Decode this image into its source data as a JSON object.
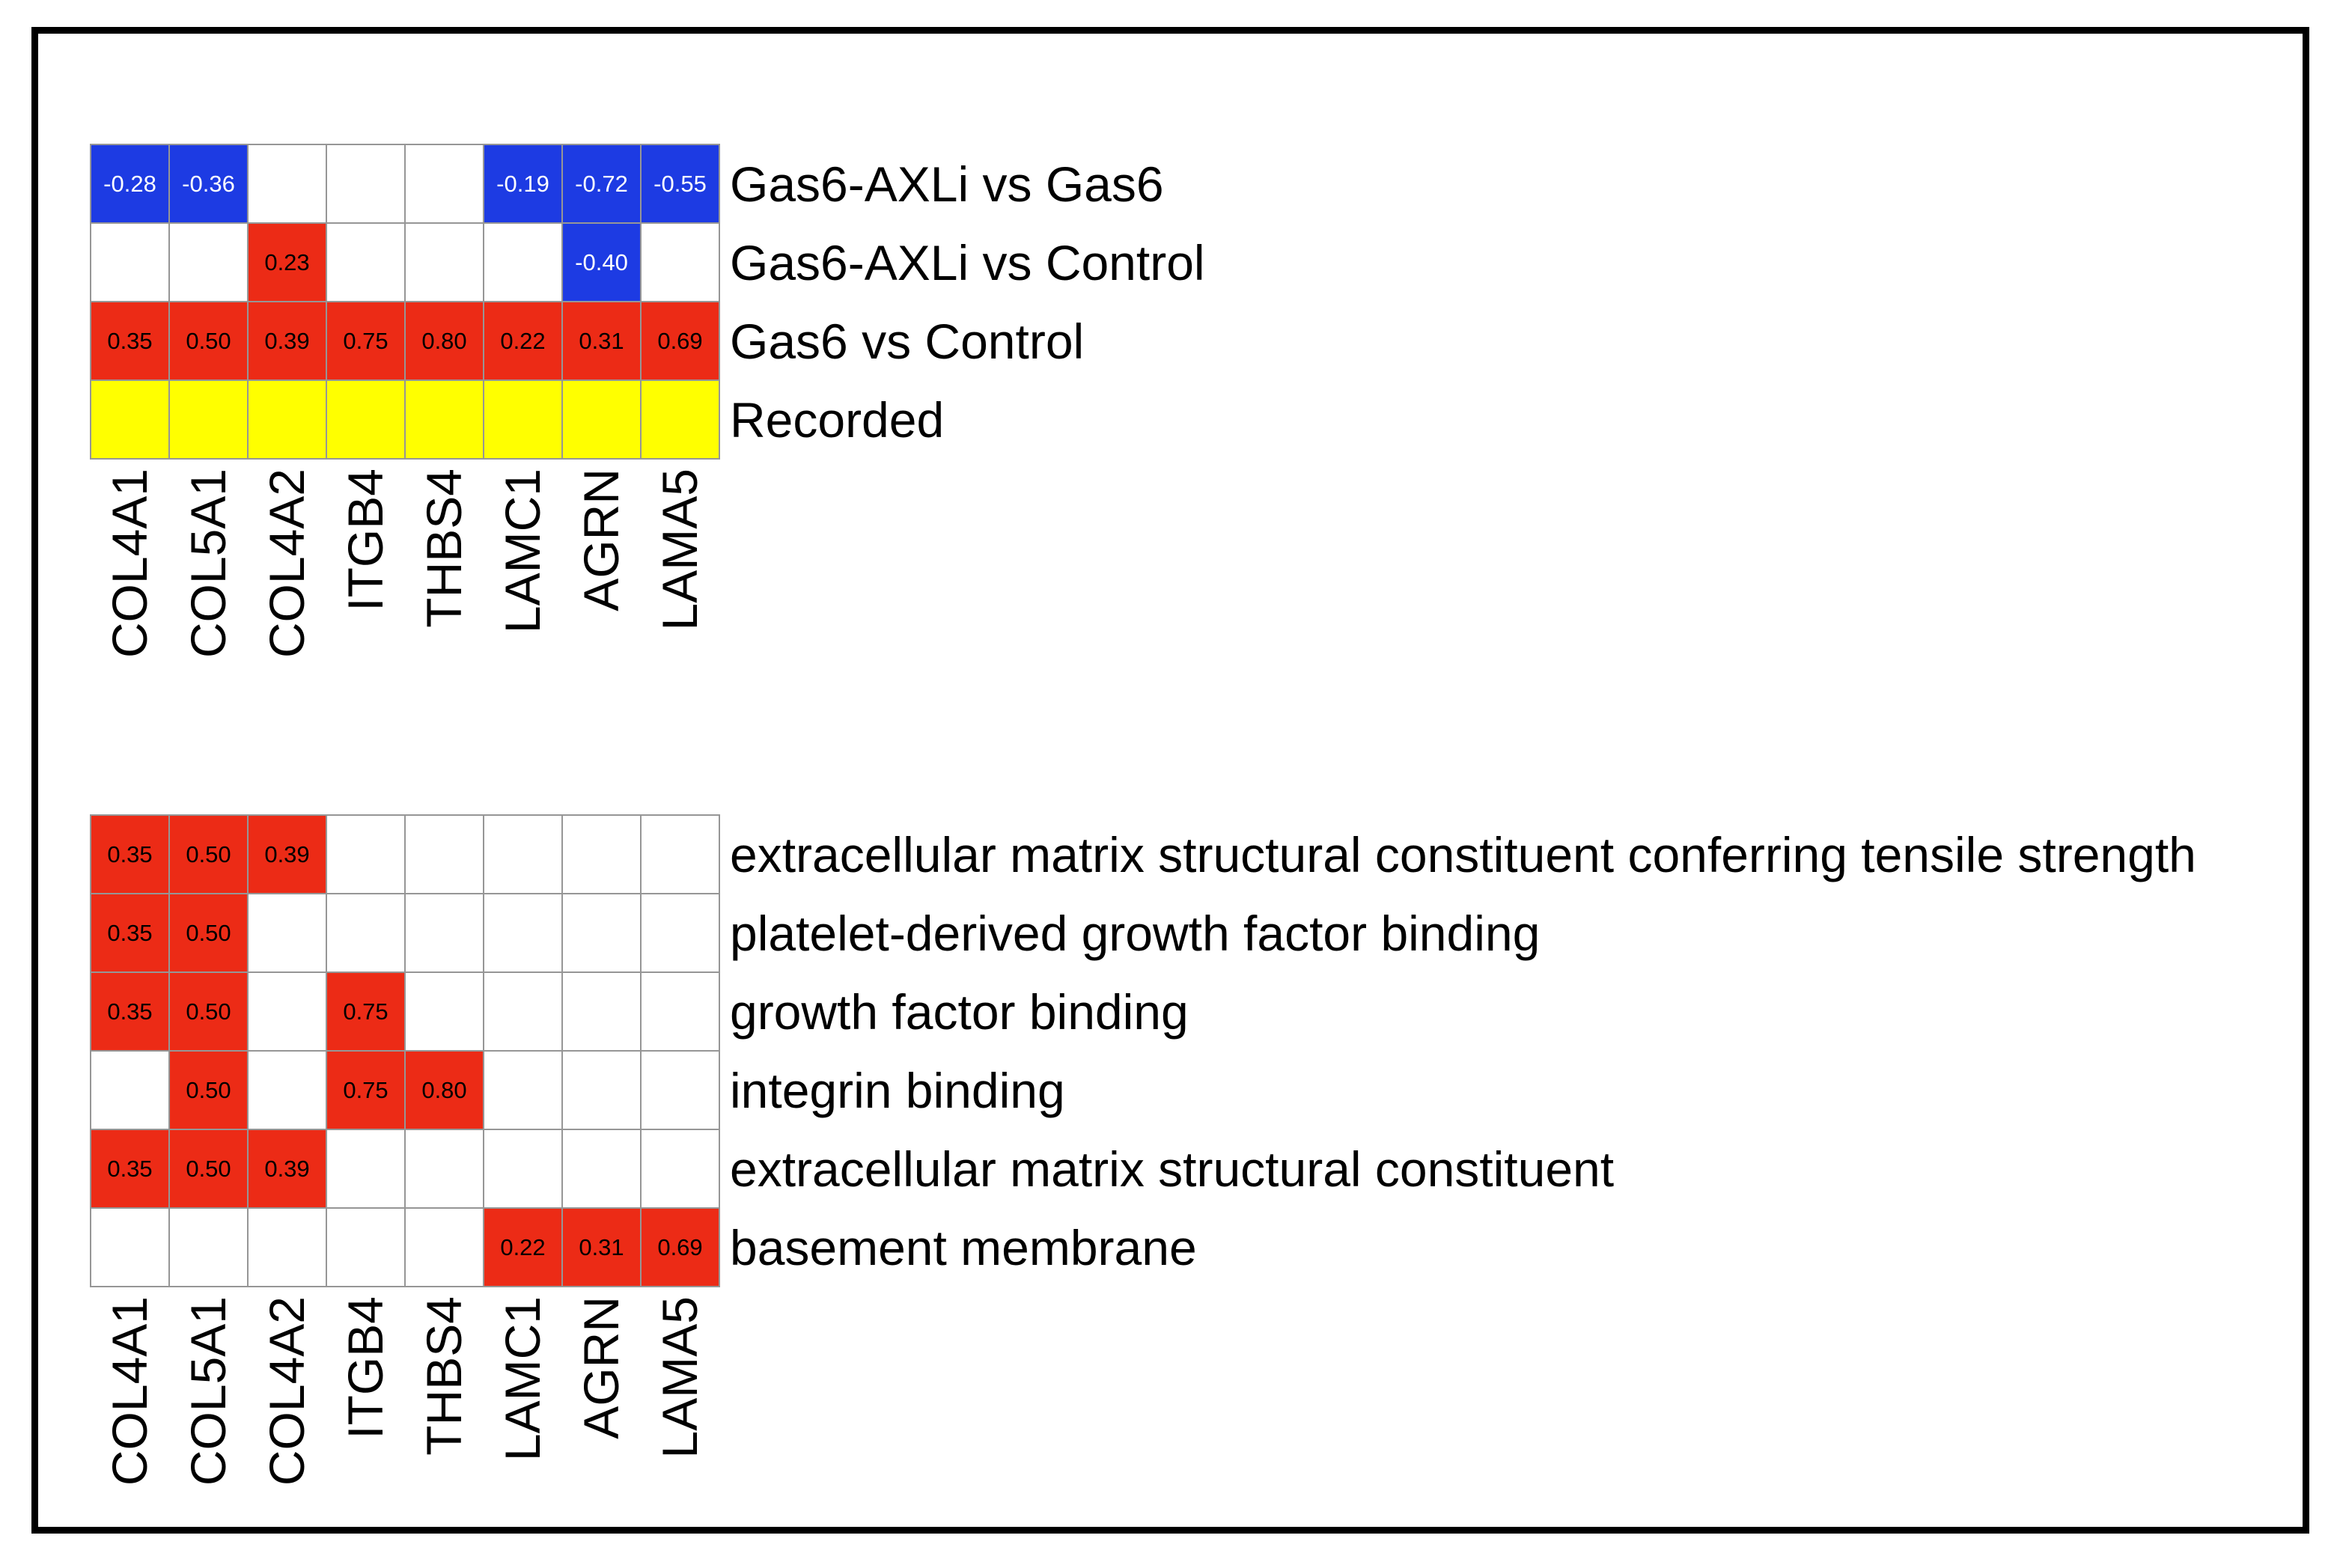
{
  "figure": {
    "background": "#FFFFFF",
    "frame_color": "#000000"
  },
  "palette": {
    "pos": "#EC2B16",
    "neg": "#1D3BE3",
    "rec": "#FFFF00",
    "none": "#FFFFFF",
    "grid_line": "#969696",
    "text_on_neg": "#FFFFFF",
    "text_on_pos": "#000000",
    "label_text": "#000000"
  },
  "chart_data": [
    {
      "type": "heatmap",
      "name": "comparison-heatmap",
      "title": "",
      "columns": [
        "COL4A1",
        "COL5A1",
        "COL4A2",
        "ITGB4",
        "THBS4",
        "LAMC1",
        "AGRN",
        "LAMA5"
      ],
      "rows": [
        "Gas6-AXLi vs Gas6",
        "Gas6-AXLi vs Control",
        "Gas6 vs Control",
        "Recorded"
      ],
      "values": [
        [
          -0.28,
          -0.36,
          null,
          null,
          null,
          -0.19,
          -0.72,
          -0.55
        ],
        [
          null,
          null,
          0.23,
          null,
          null,
          null,
          -0.4,
          null
        ],
        [
          0.35,
          0.5,
          0.39,
          0.75,
          0.8,
          0.22,
          0.31,
          0.69
        ],
        [
          null,
          null,
          null,
          null,
          null,
          null,
          null,
          null
        ]
      ],
      "cell_colors": [
        [
          "neg",
          "neg",
          "none",
          "none",
          "none",
          "neg",
          "neg",
          "neg"
        ],
        [
          "none",
          "none",
          "pos",
          "none",
          "none",
          "none",
          "neg",
          "none"
        ],
        [
          "pos",
          "pos",
          "pos",
          "pos",
          "pos",
          "pos",
          "pos",
          "pos"
        ],
        [
          "rec",
          "rec",
          "rec",
          "rec",
          "rec",
          "rec",
          "rec",
          "rec"
        ]
      ],
      "value_format": "2dp"
    },
    {
      "type": "heatmap",
      "name": "go-term-heatmap",
      "title": "",
      "columns": [
        "COL4A1",
        "COL5A1",
        "COL4A2",
        "ITGB4",
        "THBS4",
        "LAMC1",
        "AGRN",
        "LAMA5"
      ],
      "rows": [
        "extracellular matrix structural constituent conferring tensile strength",
        "platelet-derived growth factor binding",
        "growth factor binding",
        "integrin binding",
        "extracellular matrix structural constituent",
        "basement membrane"
      ],
      "values": [
        [
          0.35,
          0.5,
          0.39,
          null,
          null,
          null,
          null,
          null
        ],
        [
          0.35,
          0.5,
          null,
          null,
          null,
          null,
          null,
          null
        ],
        [
          0.35,
          0.5,
          null,
          0.75,
          null,
          null,
          null,
          null
        ],
        [
          null,
          0.5,
          null,
          0.75,
          0.8,
          null,
          null,
          null
        ],
        [
          0.35,
          0.5,
          0.39,
          null,
          null,
          null,
          null,
          null
        ],
        [
          null,
          null,
          null,
          null,
          null,
          0.22,
          0.31,
          0.69
        ]
      ],
      "cell_colors": [
        [
          "pos",
          "pos",
          "pos",
          "none",
          "none",
          "none",
          "none",
          "none"
        ],
        [
          "pos",
          "pos",
          "none",
          "none",
          "none",
          "none",
          "none",
          "none"
        ],
        [
          "pos",
          "pos",
          "none",
          "pos",
          "none",
          "none",
          "none",
          "none"
        ],
        [
          "none",
          "pos",
          "none",
          "pos",
          "pos",
          "none",
          "none",
          "none"
        ],
        [
          "pos",
          "pos",
          "pos",
          "none",
          "none",
          "none",
          "none",
          "none"
        ],
        [
          "none",
          "none",
          "none",
          "none",
          "none",
          "pos",
          "pos",
          "pos"
        ]
      ],
      "value_format": "2dp"
    }
  ]
}
